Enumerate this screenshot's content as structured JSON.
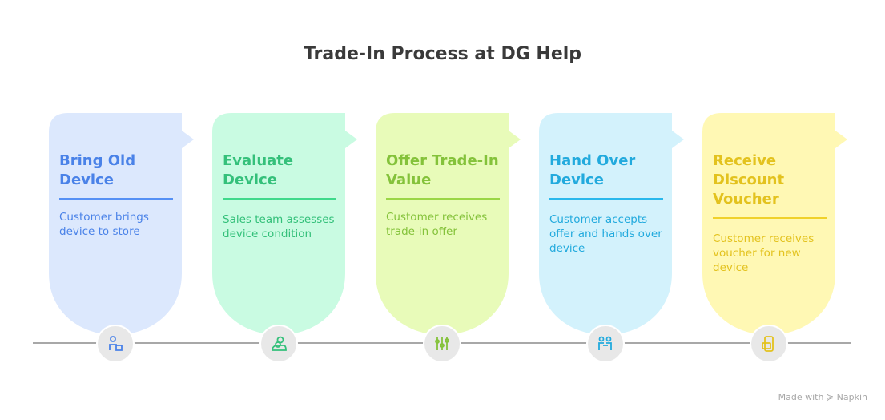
{
  "title": "Trade-In Process at DG Help",
  "steps": [
    {
      "heading": "Bring Old Device",
      "description": "Customer brings device to store",
      "icon": "customer-with-bag-icon",
      "bg": "#dce8fd",
      "color": "#4a82e8",
      "rule": "#5590f5"
    },
    {
      "heading": "Evaluate Device",
      "description": "Sales team assesses device condition",
      "icon": "team-assessment-icon",
      "bg": "#c9fbe2",
      "color": "#34c07a",
      "rule": "#3fd98b"
    },
    {
      "heading": "Offer Trade-In Value",
      "description": "Customer receives trade-in offer",
      "icon": "value-offer-icon",
      "bg": "#e8fbb9",
      "color": "#84c23a",
      "rule": "#9ad645"
    },
    {
      "heading": "Hand Over Device",
      "description": "Customer accepts offer and hands over device",
      "icon": "handover-icon",
      "bg": "#d3f2fc",
      "color": "#22aadd",
      "rule": "#29b8ec"
    },
    {
      "heading": "Receive Discount Voucher",
      "description": "Customer receives voucher for new device",
      "icon": "voucher-phone-icon",
      "bg": "#fff8b4",
      "color": "#e3c21e",
      "rule": "#f0d12a"
    }
  ],
  "footer": "Made with ≽ Napkin"
}
